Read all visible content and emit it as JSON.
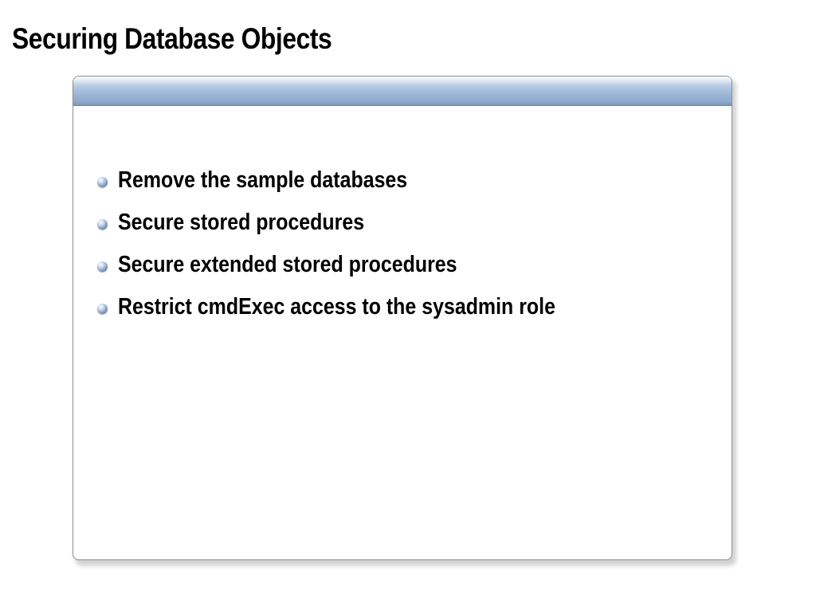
{
  "slide": {
    "title": "Securing Database Objects",
    "bullets": [
      "Remove the sample databases",
      "Secure stored procedures",
      "Secure extended stored procedures",
      "Restrict cmdExec access to the sysadmin role"
    ],
    "bullet_icon": "blue-sphere-icon"
  },
  "colors": {
    "panel_header": "#a7bedc",
    "panel_border": "#8a8f96",
    "bullet": "#7d97bd",
    "text": "#000000"
  }
}
